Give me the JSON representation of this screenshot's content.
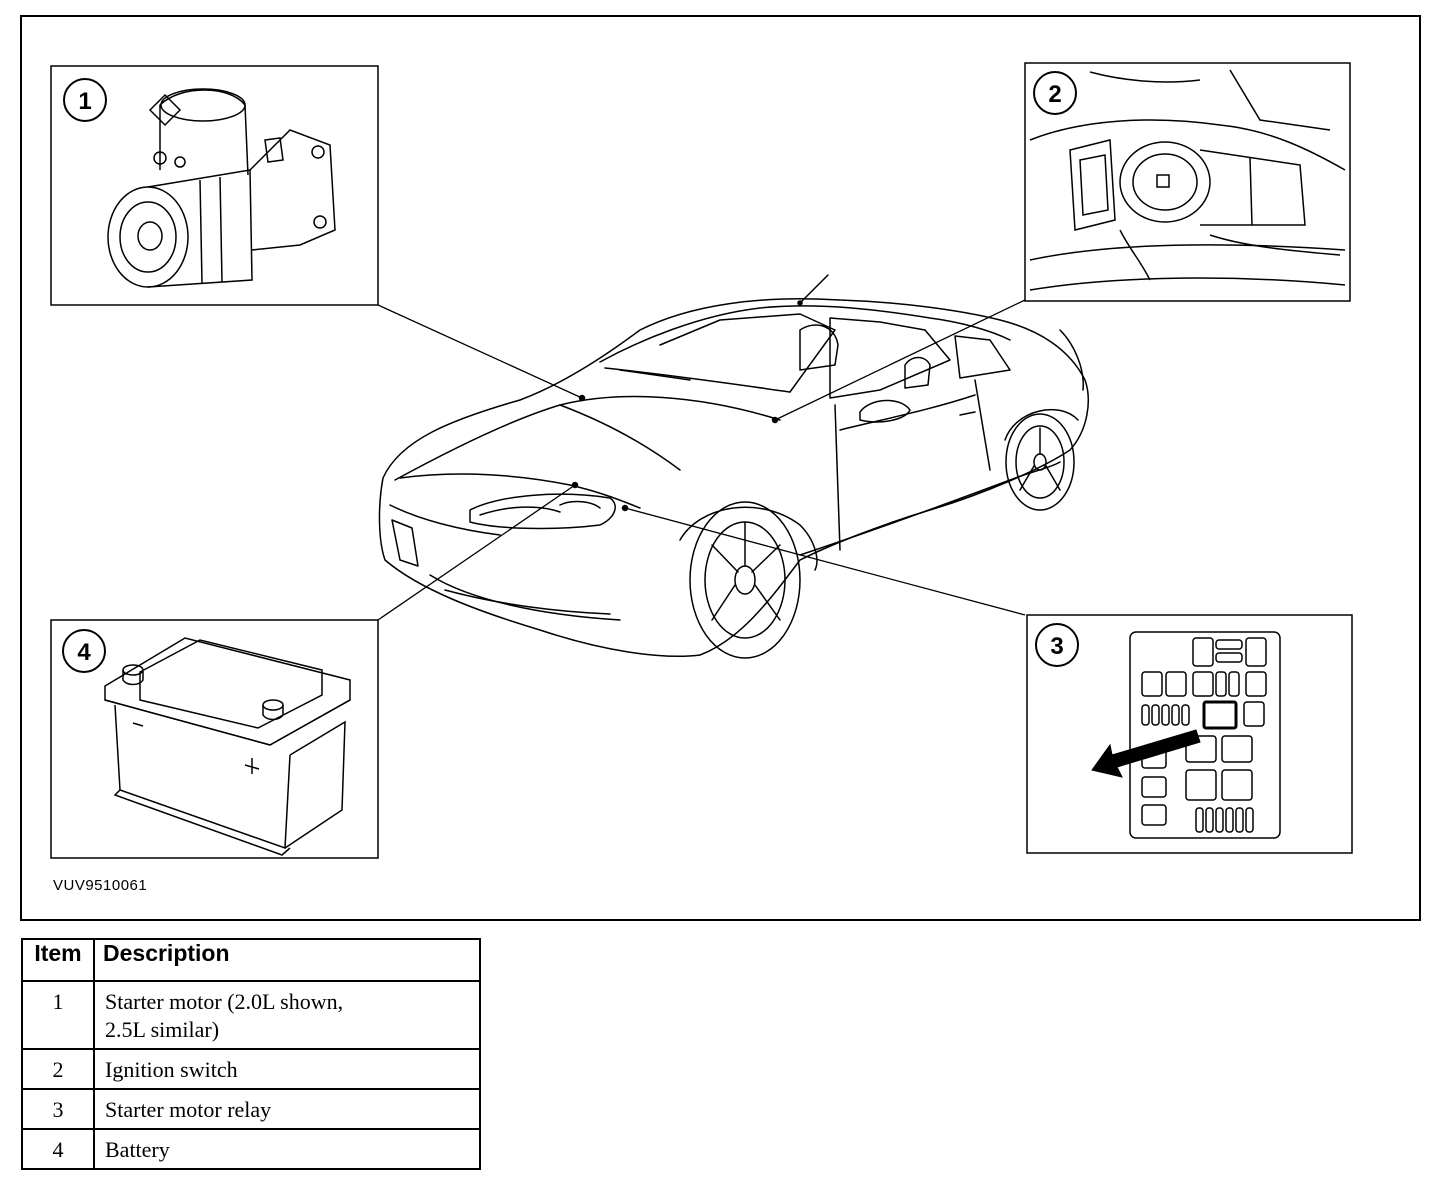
{
  "figure": {
    "code": "VUV9510061",
    "callouts": [
      "1",
      "2",
      "3",
      "4"
    ]
  },
  "legend": {
    "headers": {
      "item": "Item",
      "description": "Description"
    },
    "rows": [
      {
        "item": "1",
        "description_lines": [
          "Starter motor (2.0L shown,",
          "2.5L similar)"
        ]
      },
      {
        "item": "2",
        "description_lines": [
          "Ignition switch"
        ]
      },
      {
        "item": "3",
        "description_lines": [
          "Starter motor relay"
        ]
      },
      {
        "item": "4",
        "description_lines": [
          "Battery"
        ]
      }
    ]
  }
}
